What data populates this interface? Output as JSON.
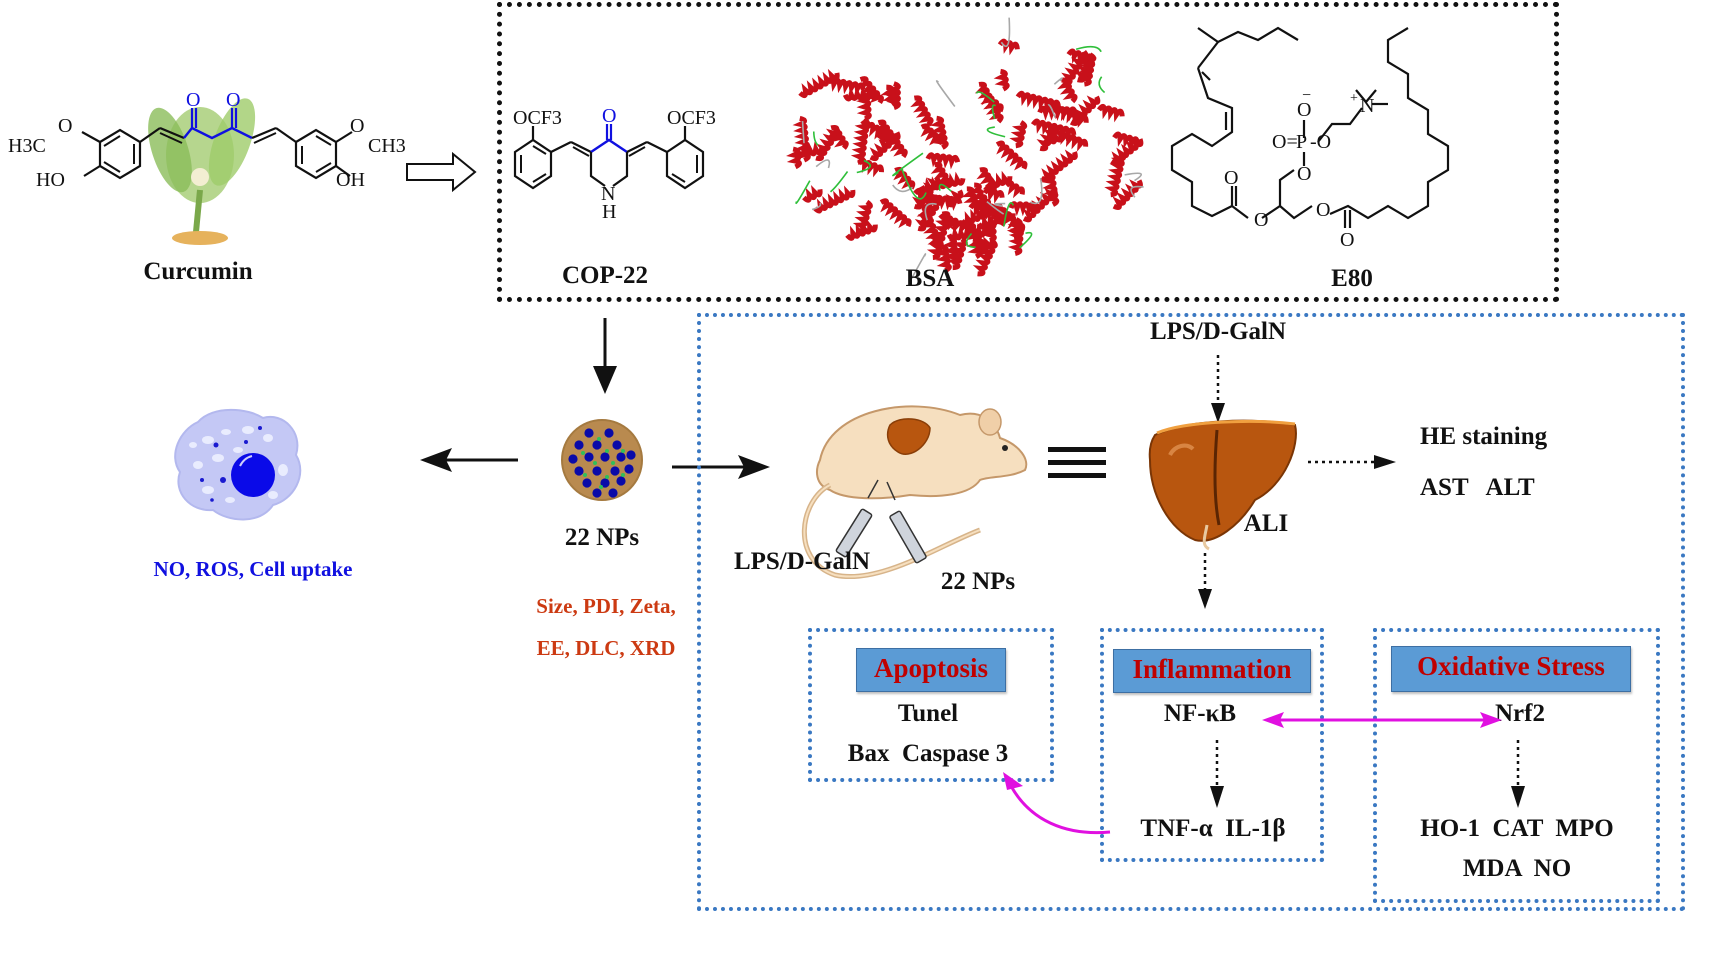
{
  "top": {
    "curcumin_label": "Curcumin",
    "curcumin_atoms": {
      "left_methoxy": "H3C",
      "left_o": "O",
      "left_ho": "HO",
      "right_och3": "O",
      "right_ch3": "CH3",
      "right_oh": "OH",
      "keto_o1": "O",
      "keto_o2": "O"
    },
    "components": [
      {
        "name": "COP-22",
        "atoms": {
          "ocf3_left": "OCF3",
          "ocf3_right": "OCF3",
          "keto": "O",
          "n": "N",
          "h": "H"
        }
      },
      {
        "name": "BSA"
      },
      {
        "name": "E80",
        "atoms": {
          "p": "P",
          "n_plus": "N",
          "plus": "+",
          "minus": "−"
        }
      }
    ]
  },
  "middle": {
    "nanoparticle_label": "22 NPs",
    "nanoparticle_properties": [
      "Size, PDI, Zeta,",
      "EE, DLC, XRD"
    ],
    "cell_assays": "NO, ROS, Cell uptake"
  },
  "in_vivo": {
    "top_inducer": "LPS/D-GalN",
    "mouse_injection_left": "LPS/D-GalN",
    "mouse_injection_right": "22 NPs",
    "equivalence_symbol": "≡",
    "liver_label": "ALI",
    "liver_readouts": [
      "HE staining",
      "AST   ALT"
    ],
    "pathways": [
      {
        "title": "Apoptosis",
        "lines": [
          "Tunel",
          "Bax  Caspase 3"
        ]
      },
      {
        "title": "Inflammation",
        "top": "NF-κB",
        "bottom": "TNF-α  IL-1β"
      },
      {
        "title": "Oxidative Stress",
        "top": "Nrf2",
        "bottom_lines": [
          "HO-1  CAT  MPO",
          "MDA  NO"
        ]
      }
    ]
  },
  "colors": {
    "pathway_header_bg": "#5b9bd5",
    "pathway_header_text": "#c00000",
    "crosstalk_arrow": "#e010e0",
    "box_border_blue": "#3a78c2",
    "cell_assay_text": "#1010e0",
    "np_property_text": "#cc3a12",
    "liver": "#b8560f",
    "protein_helix": "#c8101a"
  }
}
